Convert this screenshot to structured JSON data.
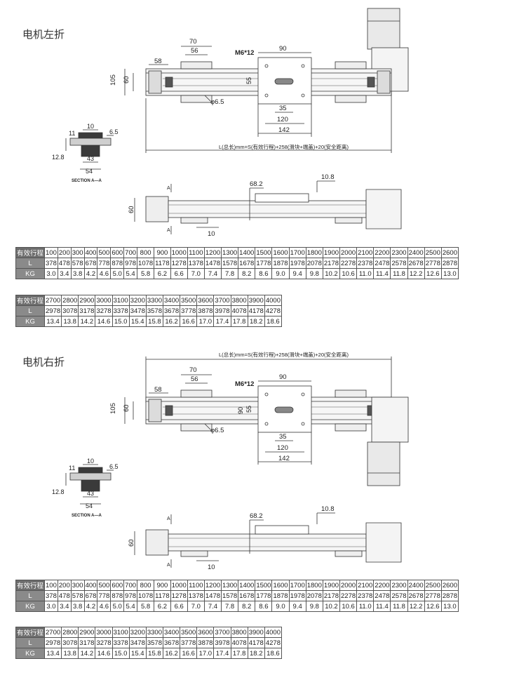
{
  "section_left": {
    "title": "电机左折"
  },
  "section_right": {
    "title": "电机右折"
  },
  "dimensions": {
    "d70": "70",
    "d56": "56",
    "d58": "58",
    "d105": "105",
    "d60": "60",
    "d90_top": "90",
    "m6": "M6*12",
    "d90_v": "90",
    "d55": "55",
    "d6_5_hole": "φ6.5",
    "d35": "35",
    "d120": "120",
    "d142": "142",
    "length_formula": "L(总长)mm=S(有效行程)+258(滑块+端盖)+20(安全距离)",
    "sec_10": "10",
    "sec_11": "11",
    "sec_6_5": "6.5",
    "sec_12_8": "12.8",
    "sec_43": "43",
    "sec_54": "54",
    "section_label": "SECTION A—A",
    "side_68_2": "68.2",
    "side_10_8": "10.8",
    "side_60": "60",
    "side_10": "10",
    "marker_a": "A"
  },
  "table1": {
    "row_labels": [
      "有效行程",
      "L",
      "KG"
    ],
    "stroke": [
      "100",
      "200",
      "300",
      "400",
      "500",
      "600",
      "700",
      "800",
      "900",
      "1000",
      "1100",
      "1200",
      "1300",
      "1400",
      "1500",
      "1600",
      "1700",
      "1800",
      "1900",
      "2000",
      "2100",
      "2200",
      "2300",
      "2400",
      "2500",
      "2600"
    ],
    "L": [
      "378",
      "478",
      "578",
      "678",
      "778",
      "878",
      "978",
      "1078",
      "1178",
      "1278",
      "1378",
      "1478",
      "1578",
      "1678",
      "1778",
      "1878",
      "1978",
      "2078",
      "2178",
      "2278",
      "2378",
      "2478",
      "2578",
      "2678",
      "2778",
      "2878"
    ],
    "KG": [
      "3.0",
      "3.4",
      "3.8",
      "4.2",
      "4.6",
      "5.0",
      "5.4",
      "5.8",
      "6.2",
      "6.6",
      "7.0",
      "7.4",
      "7.8",
      "8.2",
      "8.6",
      "9.0",
      "9.4",
      "9.8",
      "10.2",
      "10.6",
      "11.0",
      "11.4",
      "11.8",
      "12.2",
      "12.6",
      "13.0"
    ]
  },
  "table2": {
    "row_labels": [
      "有效行程",
      "L",
      "KG"
    ],
    "stroke": [
      "2700",
      "2800",
      "2900",
      "3000",
      "3100",
      "3200",
      "3300",
      "3400",
      "3500",
      "3600",
      "3700",
      "3800",
      "3900",
      "4000"
    ],
    "L": [
      "2978",
      "3078",
      "3178",
      "3278",
      "3378",
      "3478",
      "3578",
      "3678",
      "3778",
      "3878",
      "3978",
      "4078",
      "4178",
      "4278"
    ],
    "KG": [
      "13.4",
      "13.8",
      "14.2",
      "14.6",
      "15.0",
      "15.4",
      "15.8",
      "16.2",
      "16.6",
      "17.0",
      "17.4",
      "17.8",
      "18.2",
      "18.6"
    ]
  }
}
